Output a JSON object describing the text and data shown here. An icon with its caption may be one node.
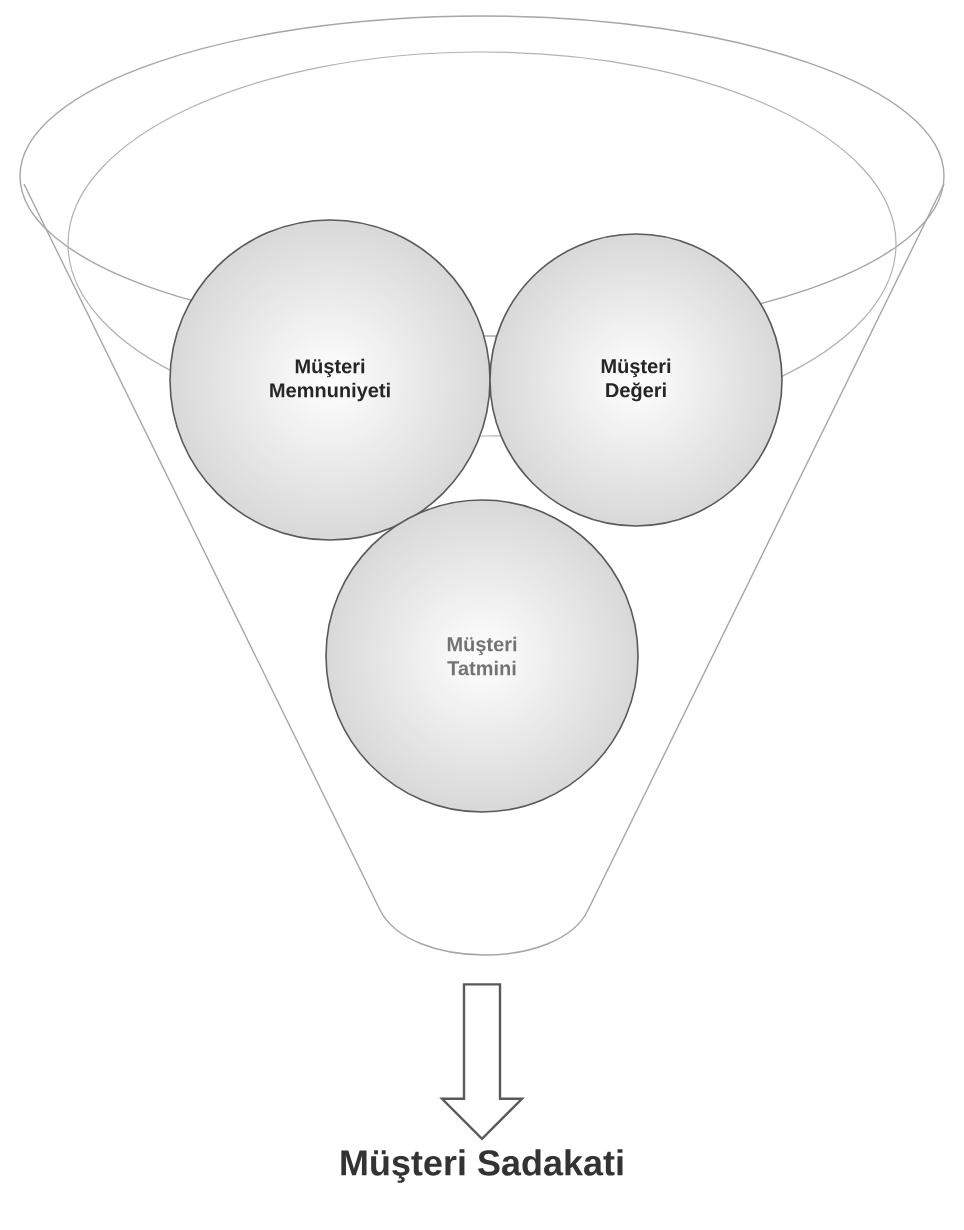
{
  "diagram": {
    "nodes": [
      {
        "text": [],
        "shape": "funnel"
      },
      {
        "text": [
          "Müşteri Memnuniyeti"
        ],
        "in": 0
      },
      {
        "text": [
          "Müşteri Değeri"
        ],
        "in": 0
      },
      {
        "text": [
          "Müşteri Tatmini"
        ],
        "in": 0
      },
      {
        "text": [
          "Müşteri Sadakati"
        ]
      }
    ],
    "edges": [
      {
        "from": 0,
        "to": 4,
        "arrow": "to",
        "style": "thick"
      }
    ]
  }
}
